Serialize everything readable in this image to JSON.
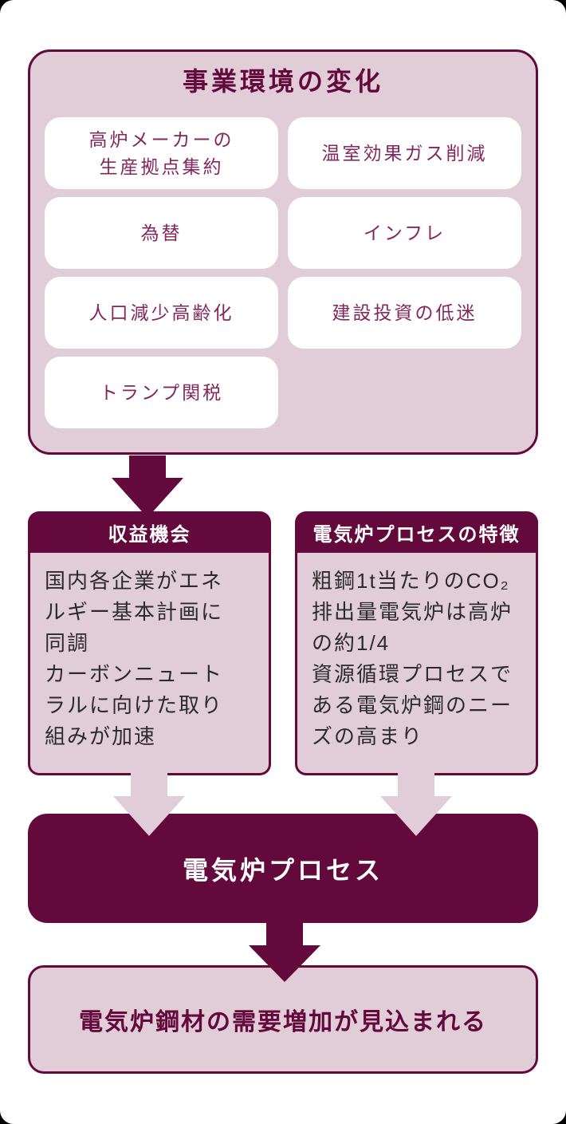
{
  "colors": {
    "accent_dark": "#63093B",
    "accent_light": "#E0CDD7",
    "env_box_text": "#83275C",
    "body_text": "#2b2b2b",
    "page_background": "#000000",
    "page_surface": "#ffffff"
  },
  "top_section": {
    "title": "事業環境の変化",
    "items": [
      {
        "label": "高炉メーカーの\n生産拠点集約"
      },
      {
        "label": "温室効果ガス削減"
      },
      {
        "label": "為替"
      },
      {
        "label": "インフレ"
      },
      {
        "label": "人口減少高齢化"
      },
      {
        "label": "建設投資の低迷"
      },
      {
        "label": "トランプ関税"
      }
    ]
  },
  "columns": [
    {
      "header": "収益機会",
      "body": "国内各企業がエネ\nルギー基本計画に\n同調\nカーボンニュート\nラルに向けた取り\n組みが加速"
    },
    {
      "header": "電気炉プロセスの特徴",
      "body": "粗鋼1t当たりのCO₂\n排出量電気炉は高炉\nの約1/4\n資源循環プロセスで\nある電気炉鋼のニー\nズの高まり"
    }
  ],
  "process_box": {
    "label": "電気炉プロセス"
  },
  "conclusion_box": {
    "label": "電気炉鋼材の需要増加が見込まれる"
  }
}
